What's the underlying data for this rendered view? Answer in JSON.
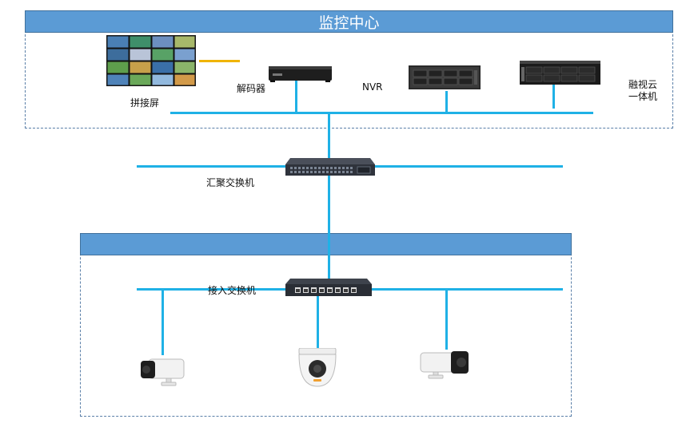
{
  "monitor_center": {
    "title": "监控中心"
  },
  "devices": {
    "splicing_screen": "拼接屏",
    "decoder": "解码器",
    "nvr": "NVR",
    "fusion_cloud_line1": "融视云",
    "fusion_cloud_line2": "一体机",
    "aggregation_switch": "汇聚交换机",
    "access_switch": "接入交换机"
  },
  "access_area": {
    "title": ""
  },
  "colors": {
    "band": "#5b9bd5",
    "link": "#1fb1e6",
    "hdmi": "#f0b400"
  }
}
